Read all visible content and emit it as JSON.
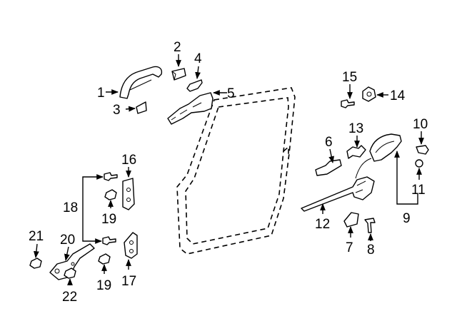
{
  "callouts": [
    {
      "id": "1",
      "label": "1"
    },
    {
      "id": "2",
      "label": "2"
    },
    {
      "id": "3",
      "label": "3"
    },
    {
      "id": "4",
      "label": "4"
    },
    {
      "id": "5",
      "label": "5"
    },
    {
      "id": "6",
      "label": "6"
    },
    {
      "id": "7",
      "label": "7"
    },
    {
      "id": "8",
      "label": "8"
    },
    {
      "id": "9",
      "label": "9"
    },
    {
      "id": "10",
      "label": "10"
    },
    {
      "id": "11",
      "label": "11"
    },
    {
      "id": "12",
      "label": "12"
    },
    {
      "id": "13",
      "label": "13"
    },
    {
      "id": "14",
      "label": "14"
    },
    {
      "id": "15",
      "label": "15"
    },
    {
      "id": "16",
      "label": "16"
    },
    {
      "id": "17",
      "label": "17"
    },
    {
      "id": "18",
      "label": "18"
    },
    {
      "id": "19a",
      "label": "19"
    },
    {
      "id": "19b",
      "label": "19"
    },
    {
      "id": "20",
      "label": "20"
    },
    {
      "id": "21",
      "label": "21"
    },
    {
      "id": "22",
      "label": "22"
    }
  ]
}
